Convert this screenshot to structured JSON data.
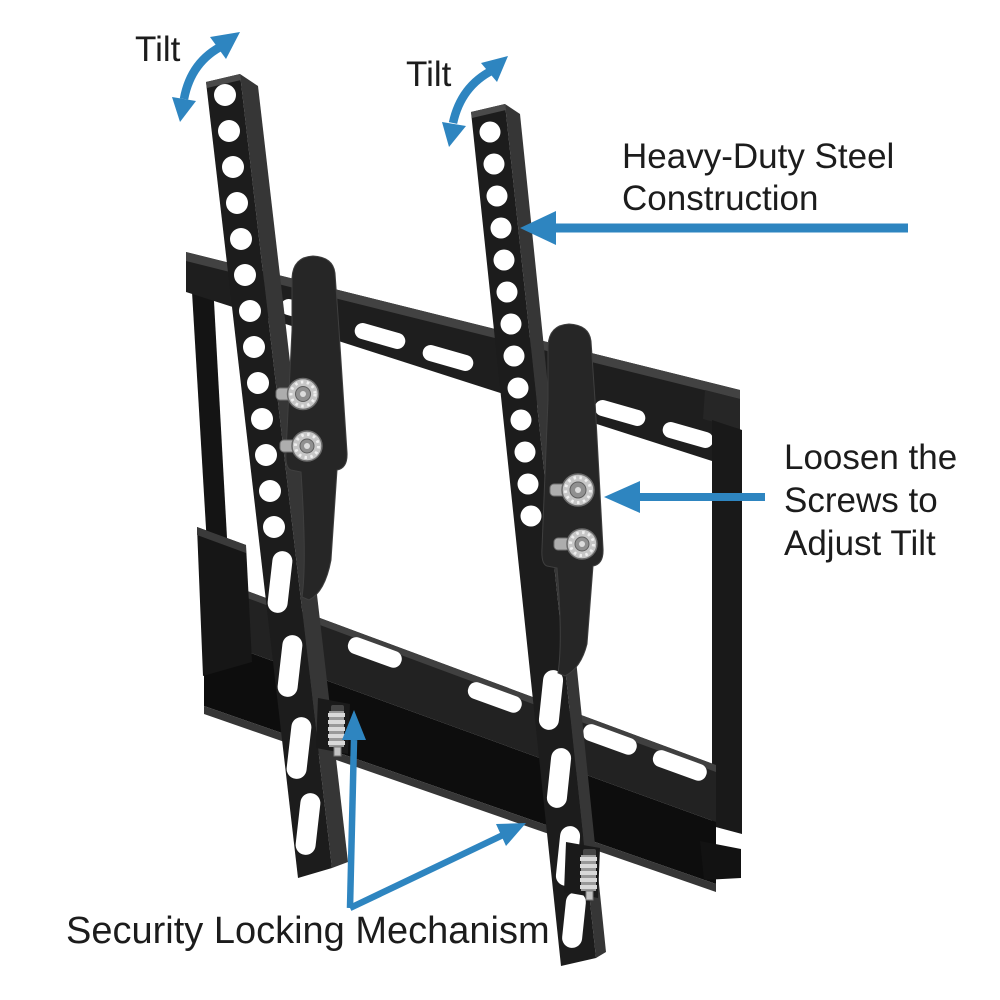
{
  "illustration": {
    "name": "tilting-tv-wall-mount-bracket",
    "background": "#ffffff"
  },
  "colors": {
    "arrow_blue": "#2e85c0",
    "label_text": "#1c1c1c",
    "bracket_black": "#1d1d1d",
    "screw_silver": "#c9c9c9"
  },
  "annotations": {
    "tilt_left": {
      "label": "Tilt"
    },
    "tilt_middle": {
      "label": "Tilt"
    },
    "heavy_duty": {
      "lines": [
        "Heavy-Duty Steel",
        "Construction"
      ]
    },
    "loosen_screws": {
      "lines": [
        "Loosen the",
        "Screws to",
        "Adjust Tilt"
      ]
    },
    "security_locking": {
      "label": "Security Locking Mechanism"
    }
  }
}
